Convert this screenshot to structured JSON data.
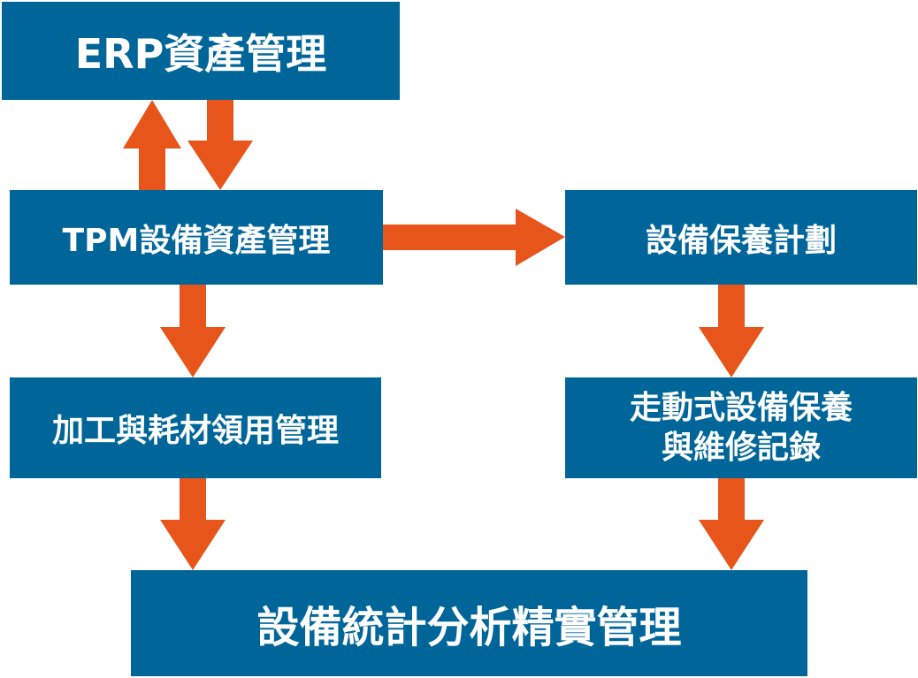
{
  "boxes": {
    "erp": "ERP資產管理",
    "tpm": "TPM設備資產管理",
    "plan": "設備保養計劃",
    "material": "加工與耗材領用管理",
    "walk_line1": "走動式設備保養",
    "walk_line2": "與維修記錄",
    "stat": "設備統計分析精實管理"
  },
  "colors": {
    "box": "#006699",
    "arrow": "#e8551a",
    "text": "#ffffff"
  }
}
